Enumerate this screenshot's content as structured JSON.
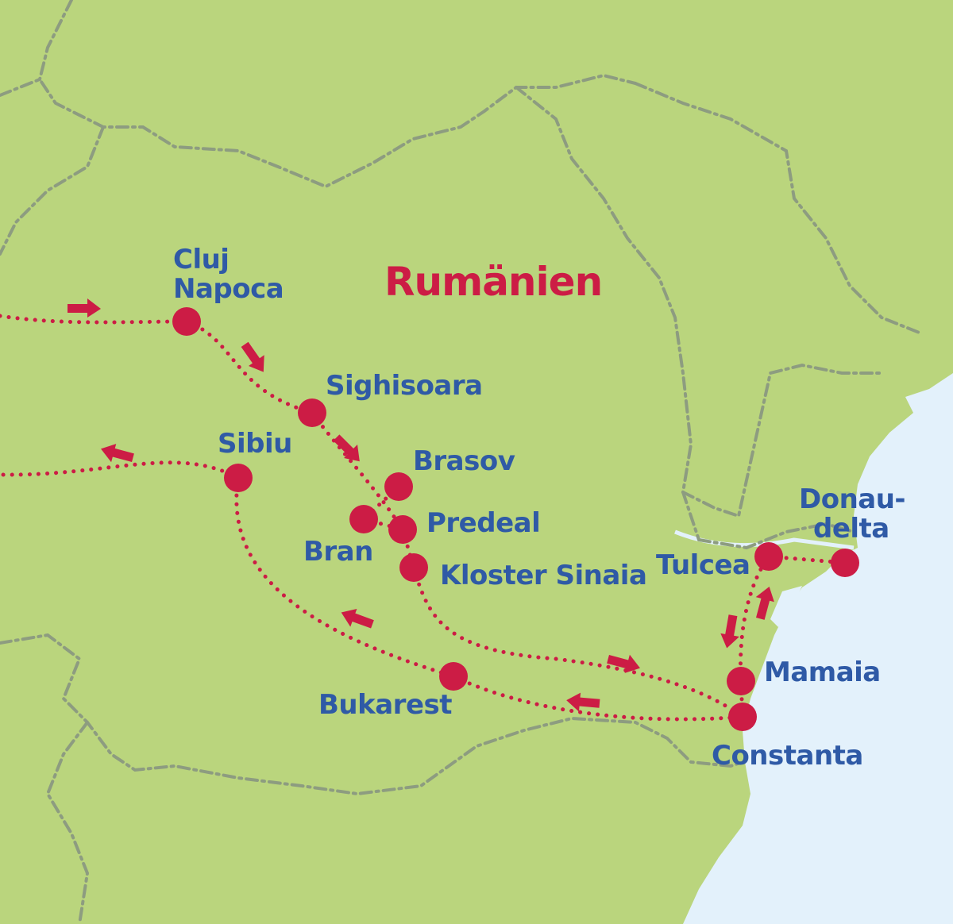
{
  "map": {
    "title": "Rumänien",
    "colors": {
      "land": "#bad57d",
      "sea": "#e3f1fb",
      "route": "#cc1c45",
      "label": "#2f5aa6",
      "border": "#8d9c80"
    },
    "cities": {
      "cluj_1": "Cluj",
      "cluj_2": "Napoca",
      "sighisoara": "Sighisoara",
      "sibiu": "Sibiu",
      "brasov": "Brasov",
      "predeal": "Predeal",
      "bran": "Bran",
      "sinaia": "Kloster Sinaia",
      "bukarest": "Bukarest",
      "tulcea": "Tulcea",
      "donau_1": "Donau-",
      "donau_2": "delta",
      "mamaia": "Mamaia",
      "constanta": "Constanta"
    }
  }
}
